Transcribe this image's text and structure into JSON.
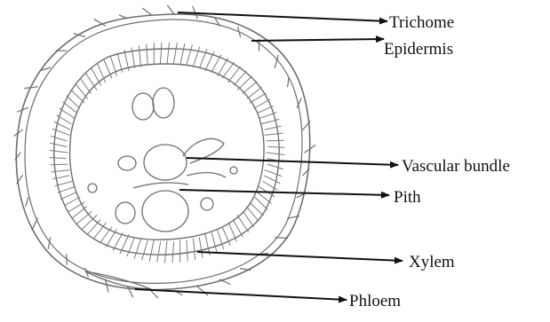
{
  "diagram": {
    "labels": {
      "trichome": "Trichome",
      "epidermis": "Epidermis",
      "vascular_bundle": "Vascular bundle",
      "pith": "Pith",
      "xylem": "Xylem",
      "phloem": "Phloem"
    },
    "colors": {
      "ink": "#111111",
      "pencil": "#6e6e6e",
      "background": "#ffffff"
    }
  }
}
